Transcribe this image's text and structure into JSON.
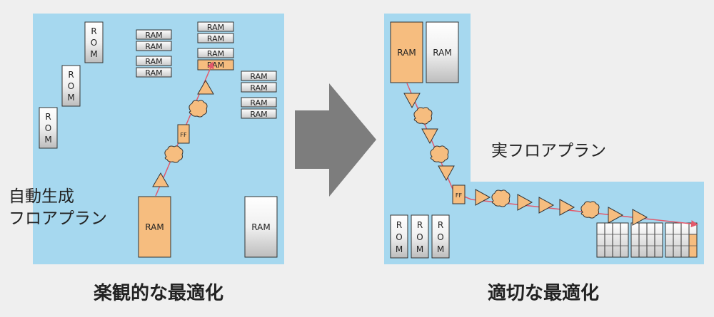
{
  "labels": {
    "ram": "RAM",
    "rom_chars": [
      "R",
      "O",
      "M"
    ],
    "ff": "FF"
  },
  "left_panel": {
    "title_line1": "自動生成",
    "title_line2": "フロアプラン",
    "caption": "楽観的な最適化"
  },
  "right_panel": {
    "title": "実フロアプラン",
    "caption": "適切な最適化"
  },
  "colors": {
    "panel": "#a6d8ef",
    "orange": "#f6bd7f",
    "wire": "#e2596b",
    "arrow": "#7d7d7d",
    "background": "#efefef"
  }
}
